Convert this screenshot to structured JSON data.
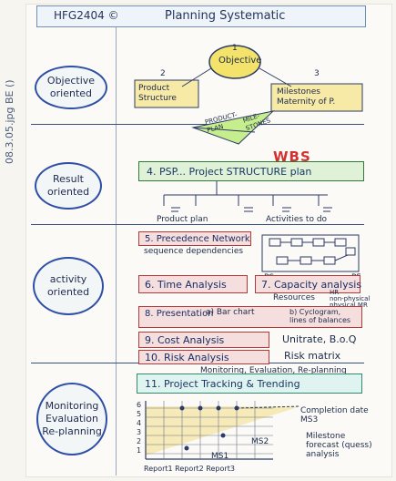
{
  "header": {
    "code": "HFG2404 ©",
    "title": "Planning Systematic"
  },
  "side_stamp": "08.3.05.jpg BE ()",
  "sections": {
    "objective": "Objective\noriented",
    "result": "Result\noriented",
    "activity": "activity\noriented",
    "monitoring": "Monitoring\nEvaluation\nRe-planning"
  },
  "objective_block": {
    "center_number": "1",
    "center_label": "Objective",
    "left_number": "2",
    "left_label": "Product\nStructure",
    "right_number": "3",
    "right_label": "Milestones\nMaternity of P.",
    "product_plan_label": "PRODUCT-\nPLAN",
    "milestones_label": "MILE-\nSTONES"
  },
  "result_block": {
    "wbs_label": "WBS",
    "psp_label": "4. PSP... Project STRUCTURE plan",
    "product_plan": "Product plan",
    "activities": "Activities to do"
  },
  "activity_block": {
    "precedence_network": "5. Precedence Network",
    "sequence_dependencies": "sequence dependencies",
    "ps_label": "PS",
    "pf_label": "PF",
    "time_analysis": "6. Time Analysis",
    "capacity_analysis": "7. Capacity analysis",
    "resources": "Resources",
    "resources_note": "HR\nnon-physical\nphysical MR",
    "presentation": "8. Presentation",
    "bar_chart": "a) Bar chart",
    "cyclogram": "b) Cyclogram,\nlines of balances",
    "cost_analysis": "9. Cost Analysis",
    "cost_methods": "Unitrate, B.o.Q",
    "risk_analysis": "10. Risk Analysis",
    "risk_matrix": "Risk matrix"
  },
  "monitoring_block": {
    "subtitle": "Monitoring, Evaluation, Re-planning",
    "tracking_label": "11. Project Tracking & Trending",
    "completion_date": "Completion date\nMS3",
    "milestone_analysis": "Milestone\nforecast (quess)\nanalysis",
    "ms1": "MS1",
    "ms2": "MS2",
    "report_label": "Report1  Report2  Report3",
    "y_ticks": [
      "6",
      "5",
      "4",
      "3",
      "2",
      "1"
    ]
  }
}
